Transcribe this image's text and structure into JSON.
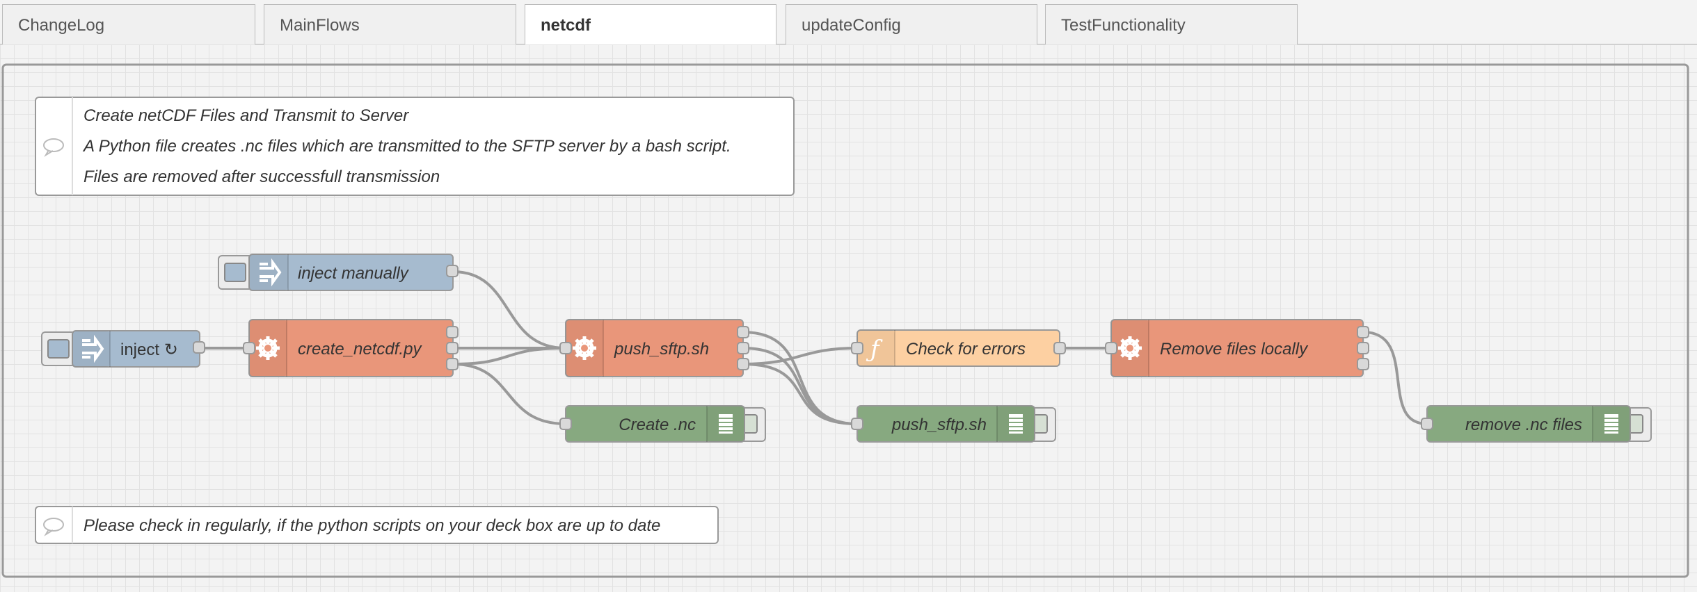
{
  "tabs": [
    {
      "label": "ChangeLog",
      "active": false
    },
    {
      "label": "MainFlows",
      "active": false
    },
    {
      "label": "netcdf",
      "active": true
    },
    {
      "label": "updateConfig",
      "active": false
    },
    {
      "label": "TestFunctionality",
      "active": false
    }
  ],
  "comments": {
    "top": {
      "title": "Create netCDF Files and Transmit to Server",
      "line2": "A Python file creates .nc files which are transmitted to the SFTP server by a bash script.",
      "line3": "Files are removed after successfull transmission"
    },
    "bottom": {
      "title": "Please check in regularly, if the python scripts on your deck box are up to date"
    }
  },
  "nodes": {
    "inject_manually": {
      "label": "inject manually",
      "type": "inject",
      "icon": "arrow-in-icon"
    },
    "inject_repeat": {
      "label": "inject ↻",
      "type": "inject",
      "icon": "arrow-in-icon"
    },
    "create_netcdf": {
      "label": "create_netcdf.py",
      "type": "exec",
      "icon": "gear-icon"
    },
    "push_sftp": {
      "label": "push_sftp.sh",
      "type": "exec",
      "icon": "gear-icon"
    },
    "check_errors": {
      "label": "Check for errors",
      "type": "function",
      "icon": "function-icon"
    },
    "remove_files": {
      "label": "Remove files locally",
      "type": "exec",
      "icon": "gear-icon"
    },
    "debug_create_nc": {
      "label": "Create .nc",
      "type": "debug",
      "icon": "list-icon"
    },
    "debug_push_sftp": {
      "label": "push_sftp.sh",
      "type": "debug",
      "icon": "list-icon"
    },
    "debug_remove_nc": {
      "label": "remove .nc files",
      "type": "debug",
      "icon": "list-icon"
    }
  },
  "colors": {
    "inject": "#a6bbcf",
    "exec": "#e9967a",
    "function": "#fdd0a2",
    "debug": "#87a980",
    "group_border": "#999999",
    "wire": "#999999"
  }
}
